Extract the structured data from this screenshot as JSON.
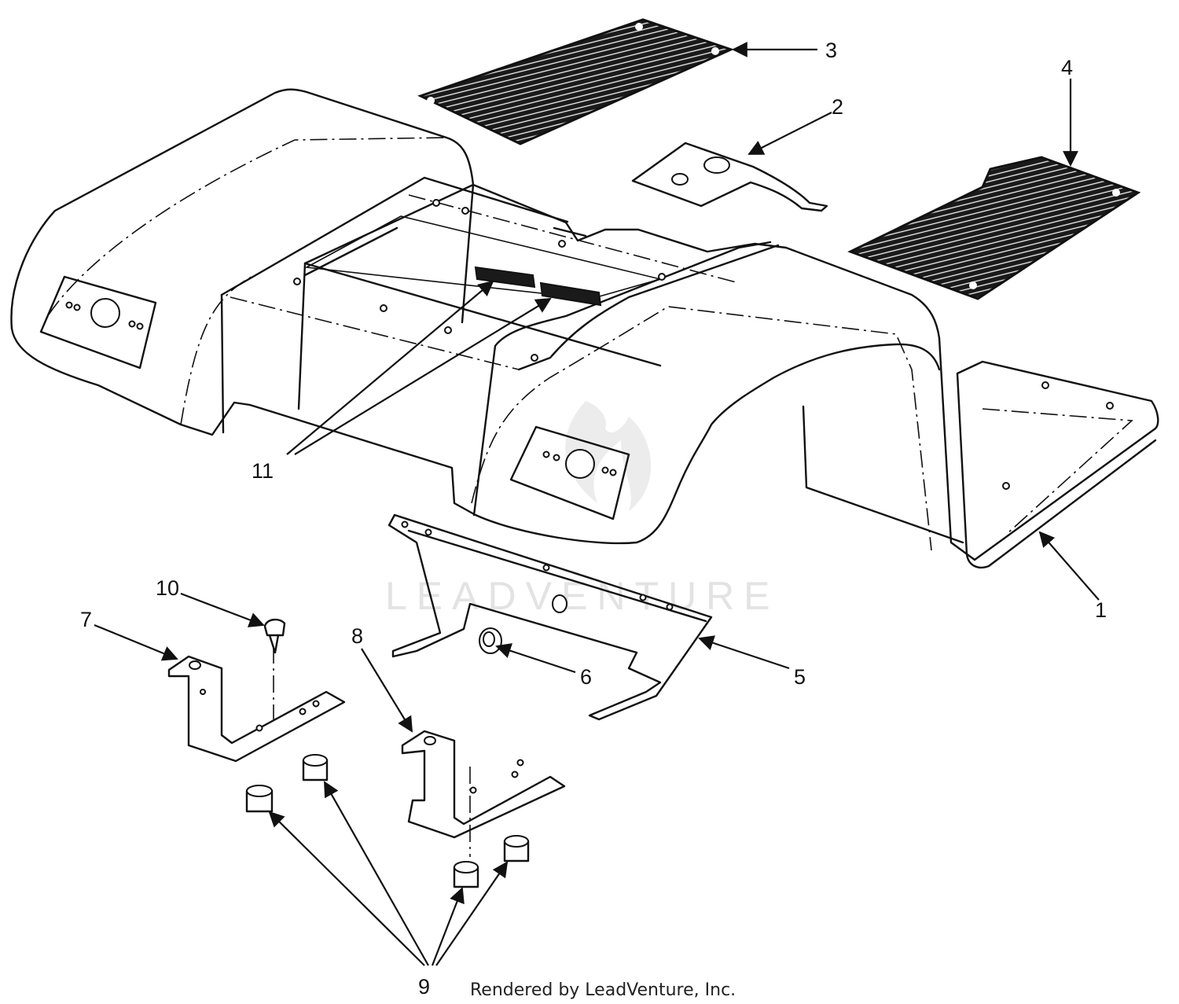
{
  "diagram": {
    "callouts": [
      "1",
      "2",
      "3",
      "4",
      "5",
      "6",
      "7",
      "8",
      "9",
      "10",
      "11"
    ],
    "watermark": "LEADVENTURE",
    "credit": "Rendered by LeadVenture, Inc."
  }
}
